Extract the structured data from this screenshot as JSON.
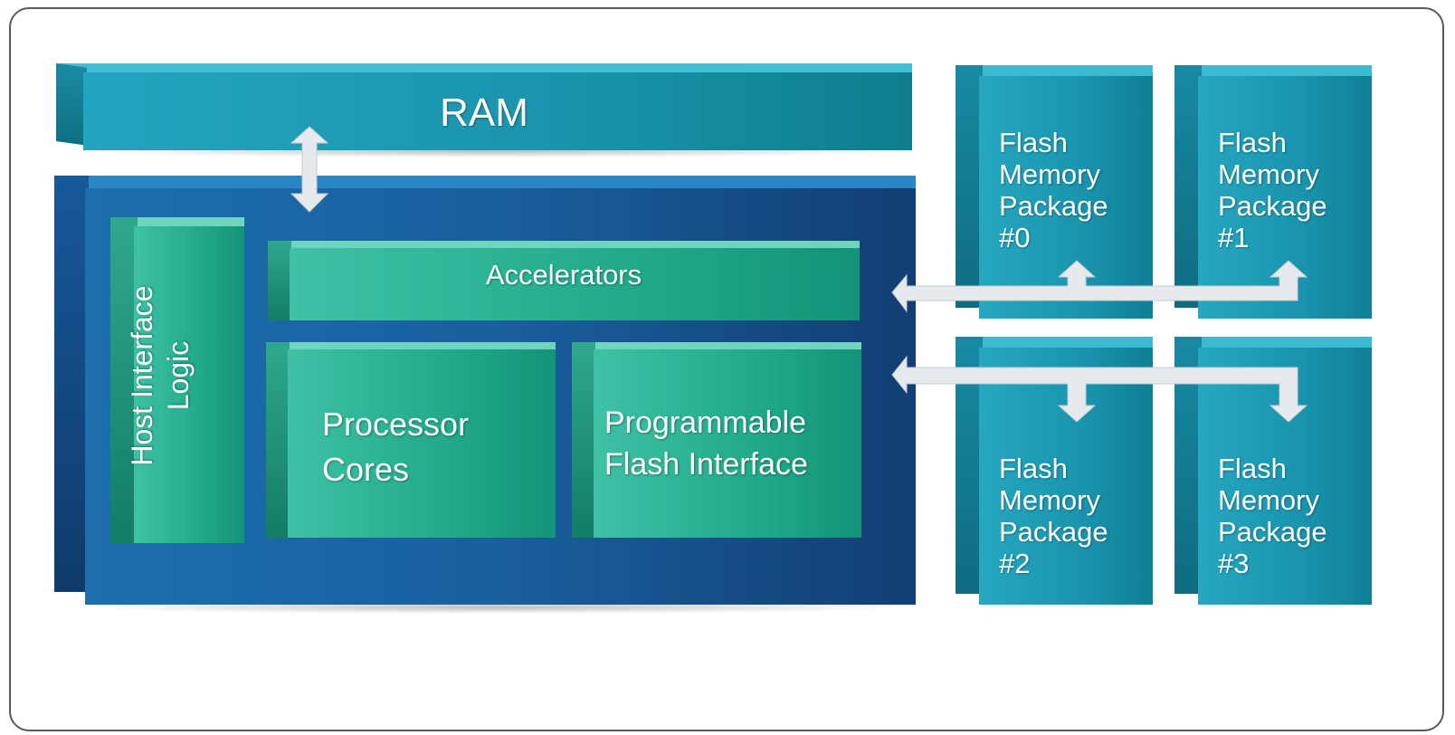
{
  "diagram": {
    "ram": {
      "label": "RAM"
    },
    "host_interface": {
      "line1": "Host Interface",
      "line2": "Logic"
    },
    "accelerators": {
      "label": "Accelerators"
    },
    "processor": {
      "line1": "Processor",
      "line2": "Cores"
    },
    "pfi": {
      "line1": "Programmable",
      "line2": "Flash Interface"
    },
    "flash_packages": [
      {
        "lines": [
          "Flash",
          "Memory",
          "Package",
          "#0"
        ]
      },
      {
        "lines": [
          "Flash",
          "Memory",
          "Package",
          "#1"
        ]
      },
      {
        "lines": [
          "Flash",
          "Memory",
          "Package",
          "#2"
        ]
      },
      {
        "lines": [
          "Flash",
          "Memory",
          "Package",
          "#3"
        ]
      }
    ],
    "colors": {
      "ram": "#1a95ad",
      "controller": "#1a5f9e",
      "components": "#20aa8a",
      "flash": "#1994ad",
      "arrows": "#e6eaee",
      "border": "#5a5a5a"
    }
  }
}
